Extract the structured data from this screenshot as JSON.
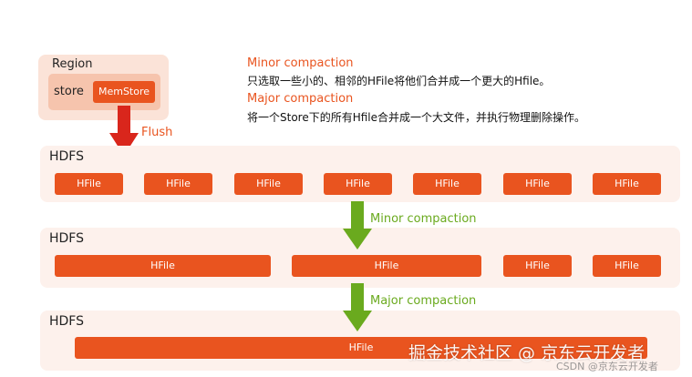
{
  "region": {
    "label": "Region",
    "store_label": "store",
    "memstore_label": "MemStore"
  },
  "descriptions": {
    "minor_title": "Minor compaction",
    "minor_text": "只选取一些小的、相邻的HFile将他们合并成一个更大的Hfile。",
    "major_title": "Major compaction",
    "major_text": "将一个Store下的所有Hfile合并成一个大文件，并执行物理删除操作。"
  },
  "flush_label": "Flush",
  "rows": [
    {
      "label": "HDFS",
      "files": [
        "HFile",
        "HFile",
        "HFile",
        "HFile",
        "HFile",
        "HFile",
        "HFile"
      ]
    },
    {
      "label": "HDFS",
      "files": [
        "HFile",
        "HFile",
        "HFile",
        "HFile"
      ]
    },
    {
      "label": "HDFS",
      "files": [
        "HFile"
      ]
    }
  ],
  "arrows": {
    "minor_label": "Minor compaction",
    "major_label": "Major compaction"
  },
  "colors": {
    "accent": "#e9541f",
    "arrow_red": "#d9261c",
    "arrow_green": "#6aaa1e",
    "row_bg": "#fdf1ec"
  },
  "watermark": {
    "main": "掘金技术社区 @ 京东云开发者",
    "small": "CSDN @京东云开发者"
  }
}
